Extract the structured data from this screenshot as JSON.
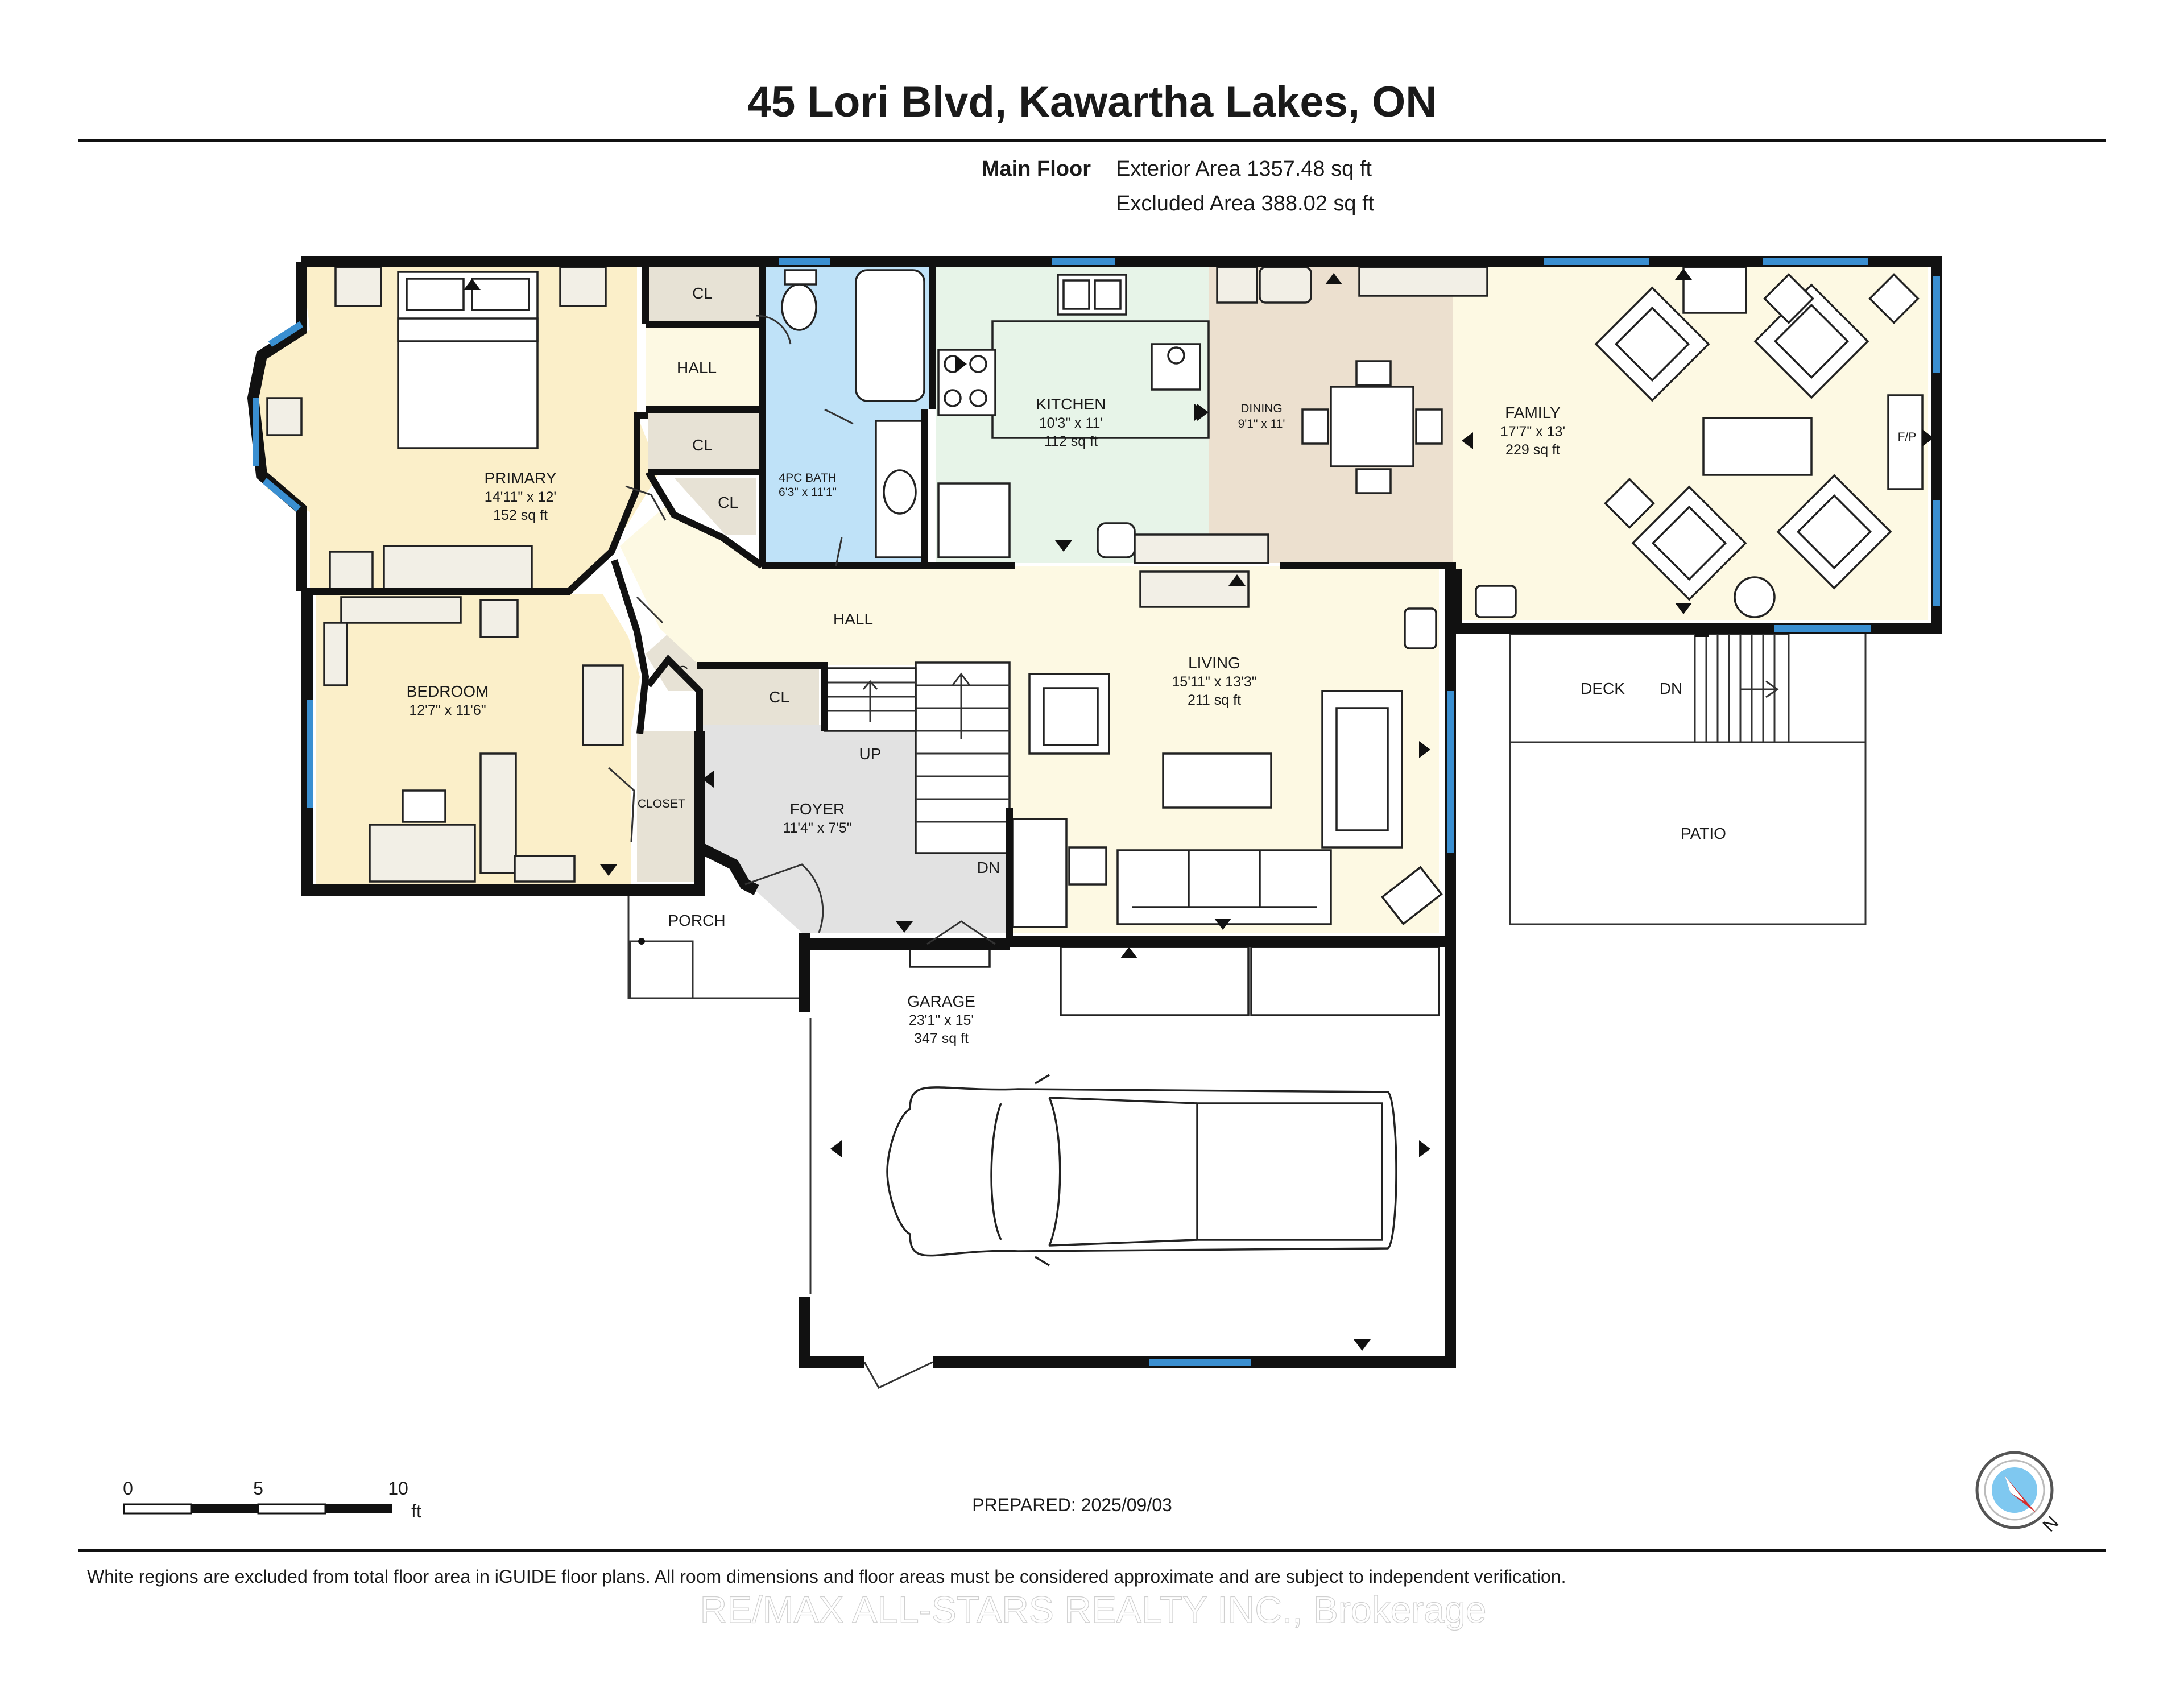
{
  "header": {
    "title": "45 Lori Blvd, Kawartha Lakes, ON",
    "floor_label": "Main Floor",
    "exterior_area": "Exterior Area 1357.48 sq ft",
    "excluded_area": "Excluded Area 388.02 sq ft"
  },
  "rooms": {
    "primary": {
      "name": "PRIMARY",
      "dims": "14'11\" x 12'",
      "area": "152 sq ft"
    },
    "bedroom": {
      "name": "BEDROOM",
      "dims": "12'7\" x 11'6\""
    },
    "kitchen": {
      "name": "KITCHEN",
      "dims": "10'3\" x 11'",
      "area": "112 sq ft"
    },
    "dining": {
      "name": "DINING",
      "dims": "9'1\" x 11'"
    },
    "family": {
      "name": "FAMILY",
      "dims": "17'7\" x 13'",
      "area": "229 sq ft"
    },
    "bath": {
      "name": "4PC BATH",
      "dims": "6'3\" x 11'1\""
    },
    "living": {
      "name": "LIVING",
      "dims": "15'11\" x 13'3\"",
      "area": "211 sq ft"
    },
    "foyer": {
      "name": "FOYER",
      "dims": "11'4\" x 7'5\""
    },
    "garage": {
      "name": "GARAGE",
      "dims": "23'1\" x 15'",
      "area": "347 sq ft"
    }
  },
  "labels": {
    "hall_upper": "HALL",
    "hall_main": "HALL",
    "cl": "CL",
    "c": "C",
    "closet": "CLOSET",
    "up": "UP",
    "dn": "DN",
    "deck": "DECK",
    "patio": "PATIO",
    "porch": "PORCH",
    "fp": "F/P"
  },
  "scale": {
    "t0": "0",
    "t5": "5",
    "t10": "10",
    "unit": "ft"
  },
  "prepared": "PREPARED: 2025/09/03",
  "compass_letter": "N",
  "footer": "White regions are excluded from total floor area in iGUIDE floor plans. All room dimensions and floor areas must be considered approximate and are subject to independent verification.",
  "watermark": "RE/MAX ALL-STARS REALTY INC., Brokerage",
  "colors": {
    "primary_fill": "#fbefc9",
    "bedroom_fill": "#fbefc9",
    "hall_fill": "#fdf9e3",
    "bath_fill": "#bfe2f8",
    "kitchen_fill": "#e7f4e8",
    "dining_fill": "#ece0cf",
    "family_fill": "#fdf9e3",
    "living_fill": "#fdf9e3",
    "foyer_fill": "#e2e2e2",
    "closet_fill": "#e7e2d5",
    "window": "#3a8fd1"
  }
}
